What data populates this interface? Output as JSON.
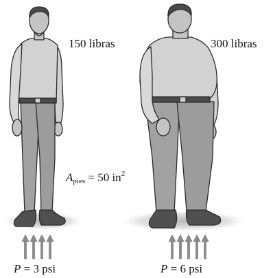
{
  "figure": {
    "left_person": {
      "weight_label": "150 libras"
    },
    "right_person": {
      "weight_label": "300 libras"
    },
    "area": {
      "symbol": "A",
      "subscript": "pies",
      "equals": "= 50 in",
      "exponent": "2"
    },
    "left_pressure": {
      "symbol": "P",
      "text": "= 3 psi",
      "arrow_count": 4
    },
    "right_pressure": {
      "symbol": "P",
      "text": "= 6 psi",
      "arrow_count": 5
    }
  },
  "colors": {
    "shirt": "#d2d2d2",
    "pants": "#a2a2a2",
    "skin": "#c4c4c4",
    "hair": "#4a4a4a",
    "shoes": "#505050",
    "shadow": "#bdbdbd",
    "arrow": "#8c8c8c",
    "outline": "#2b2b2b"
  }
}
